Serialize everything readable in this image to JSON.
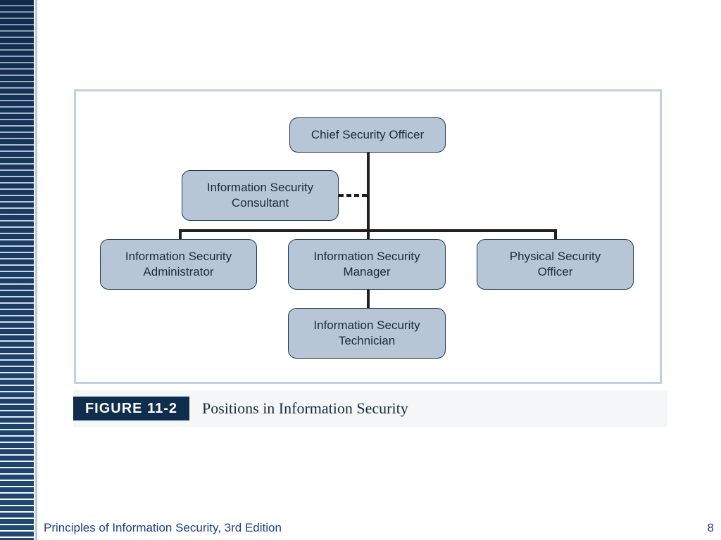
{
  "colors": {
    "stripe": "#1f4873",
    "node_fill": "#b7c6d7",
    "node_border": "#1f3550",
    "frame_border": "#c2cfdf",
    "caption_tag_bg": "#0f2d4c",
    "footer_text": "#1d3f86"
  },
  "diagram": {
    "nodes": {
      "chief": "Chief Security Officer",
      "consultant_line1": "Information Security",
      "consultant_line2": "Consultant",
      "administrator_line1": "Information Security",
      "administrator_line2": "Administrator",
      "manager_line1": "Information Security",
      "manager_line2": "Manager",
      "physical_line1": "Physical Security",
      "physical_line2": "Officer",
      "technician_line1": "Information Security",
      "technician_line2": "Technician"
    }
  },
  "caption": {
    "tag": "FIGURE 11-2",
    "text": "Positions in Information Security"
  },
  "footer": {
    "title": "Principles of Information Security, 3rd Edition",
    "page": "8"
  }
}
